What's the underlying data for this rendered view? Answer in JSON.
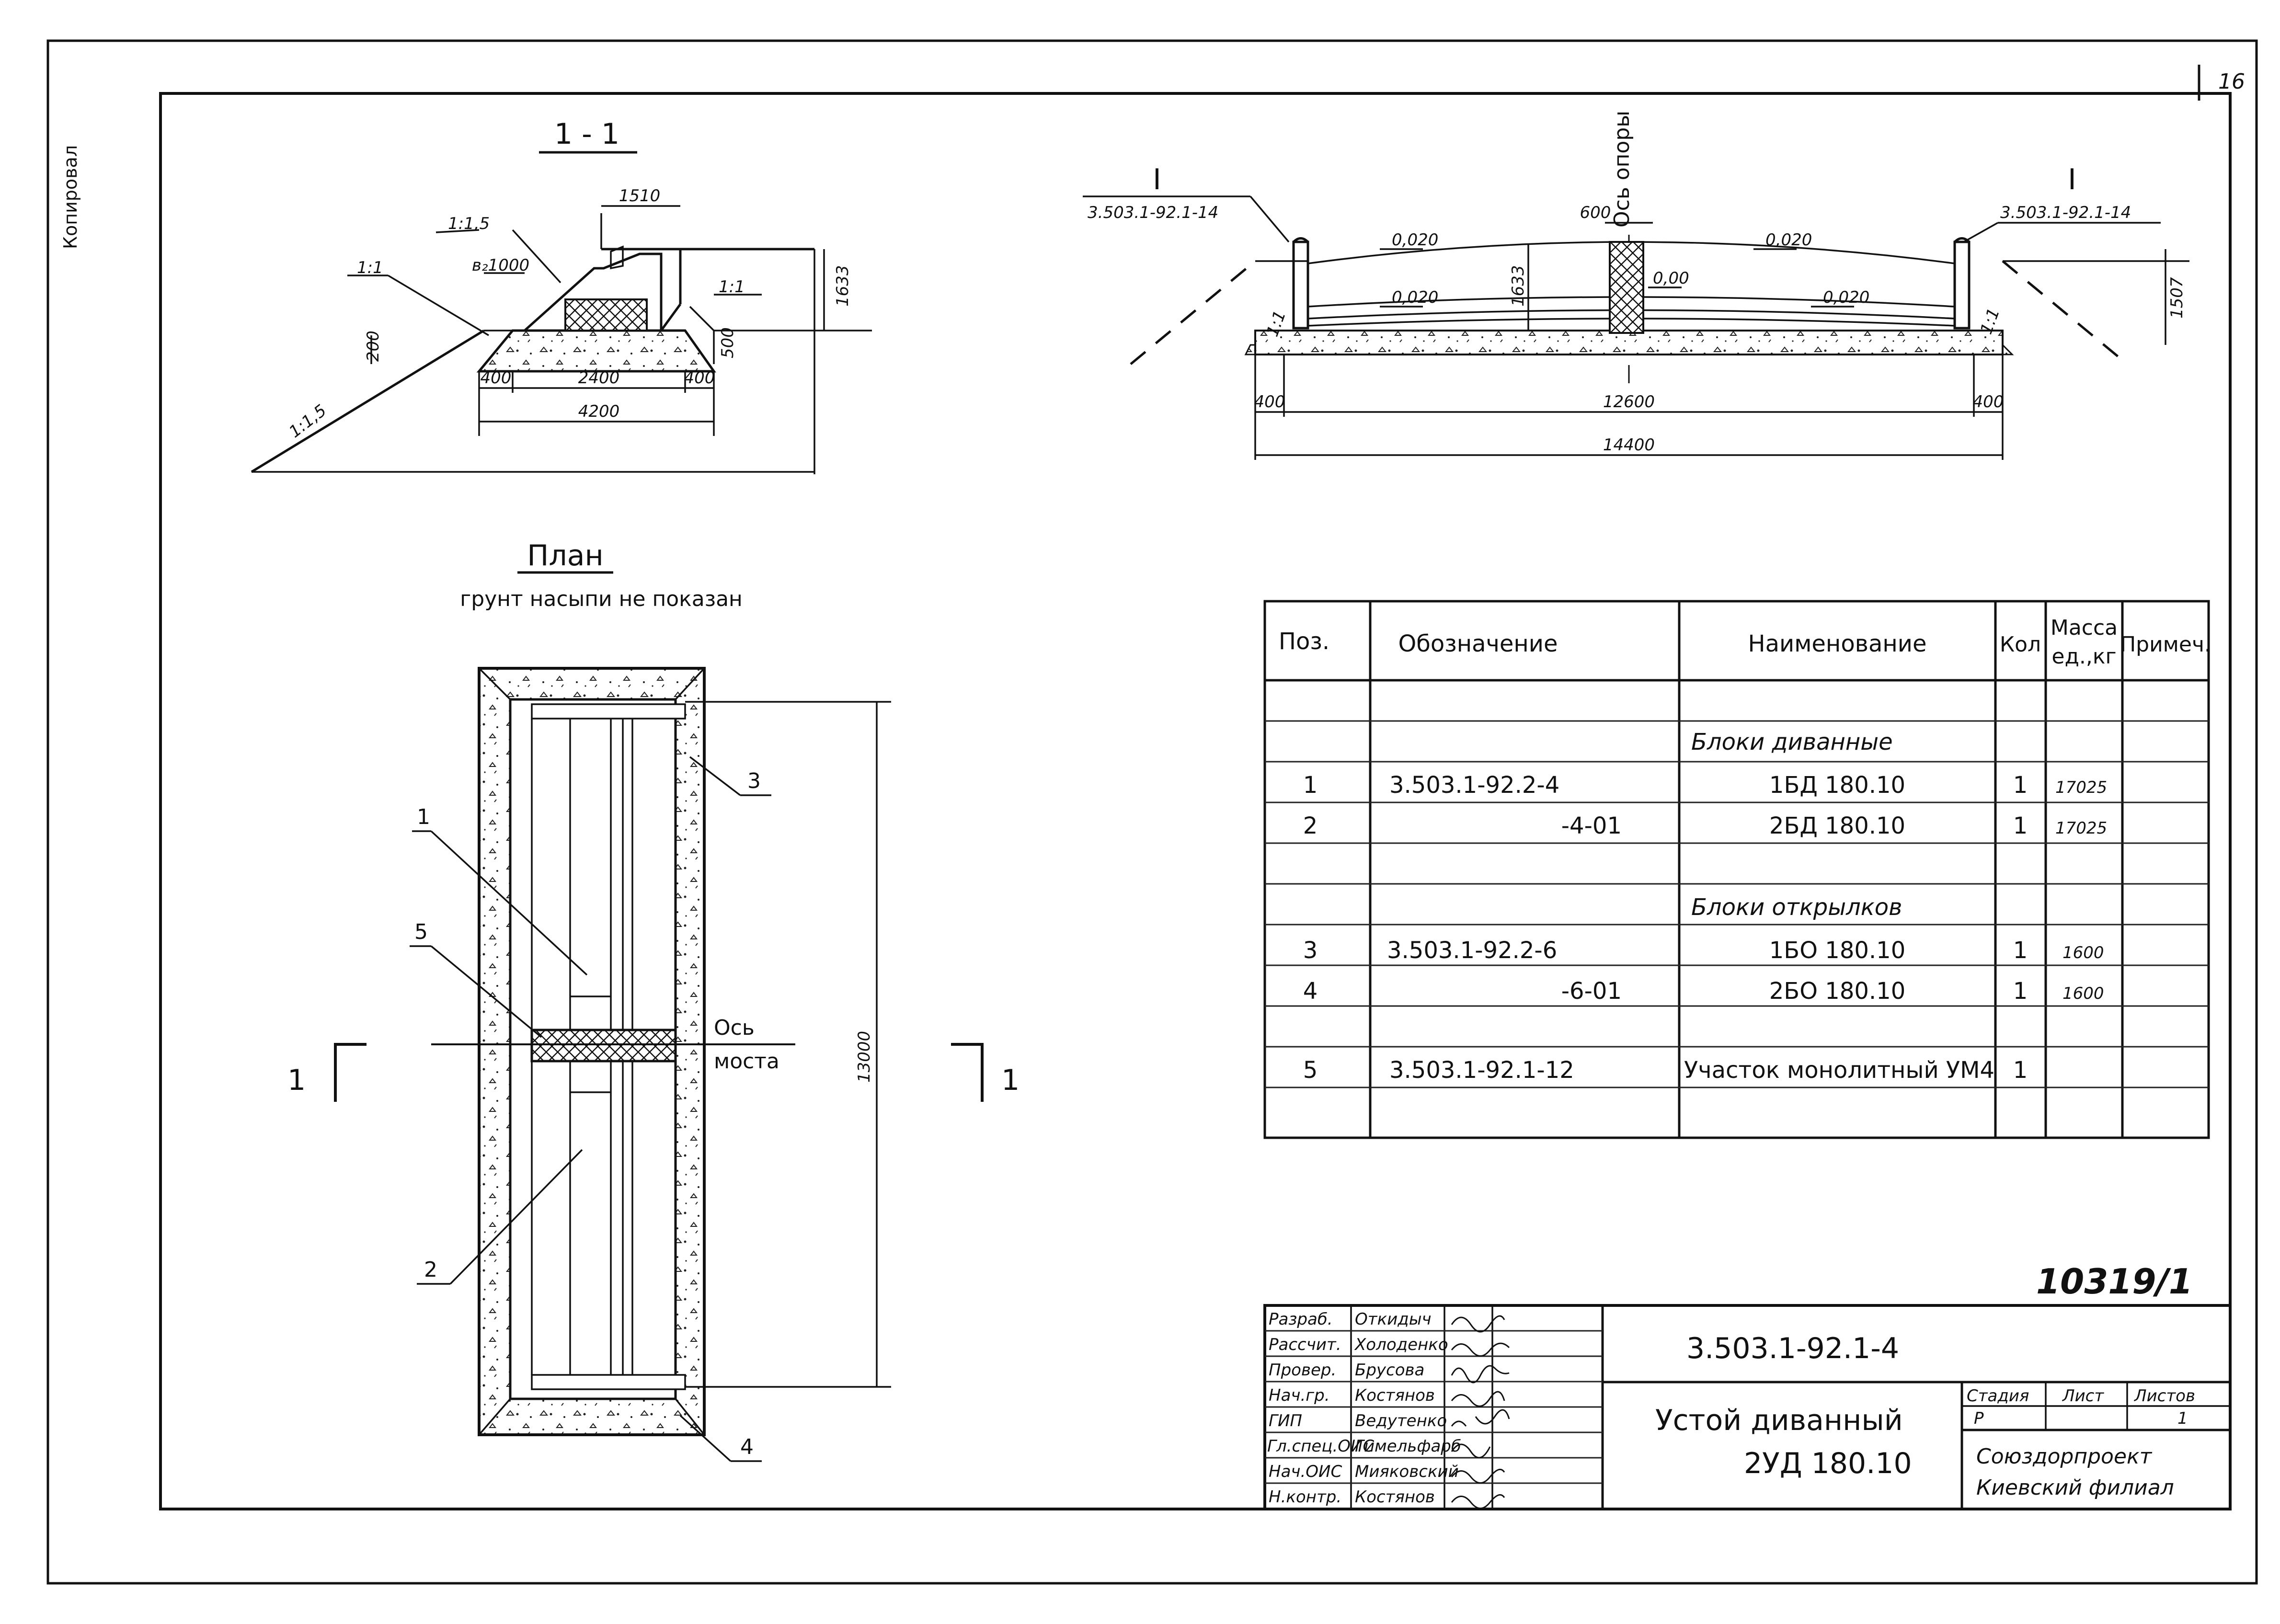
{
  "sheet_number": "16",
  "side_stamp": "Копировал",
  "inventory_number": "10319/1",
  "section": {
    "title": "1 - 1",
    "slope_left": "1:1,5",
    "slope_fill": "1:1,5",
    "slope_mid": "1:1",
    "slope_right": "1:1",
    "dim_1510": "1510",
    "dim_b1000": "в₂1000",
    "dim_1633": "1633",
    "dim_200": "200",
    "dim_500": "500",
    "dim_400_l": "400",
    "dim_2400": "2400",
    "dim_400_r": "400",
    "dim_4200": "4200"
  },
  "facade": {
    "axis_label": "Ось опоры",
    "cut_left": "I",
    "cut_right": "I",
    "ref_left": "3.503.1-92.1-14",
    "ref_right": "3.503.1-92.1-14",
    "dim_600": "600",
    "dim_1633": "1633",
    "dim_1507": "1507",
    "slope_top_l": "0,020",
    "slope_top_r": "0,020",
    "slope_bot_l": "0,020",
    "slope_bot_r": "0,020",
    "slope_mid": "0,00",
    "dim_400_l": "400",
    "dim_12600": "12600",
    "dim_400_r": "400",
    "dim_14400": "14400",
    "slope_edge_l": "1:1",
    "slope_edge_r": "1:1"
  },
  "plan": {
    "title": "План",
    "subtitle": "грунт насыпи не показан",
    "pos_1": "1",
    "pos_2": "2",
    "pos_3": "3",
    "pos_4": "4",
    "pos_5": "5",
    "axis_label_1": "Ось",
    "axis_label_2": "моста",
    "dim_13000": "13000",
    "cut_left": "1",
    "cut_right": "1"
  },
  "spec": {
    "headers": [
      "Поз.",
      "Обозначение",
      "Наименование",
      "Кол",
      "Масса ед.,кг",
      "Примеч."
    ],
    "header_mass_1": "Масса",
    "header_mass_2": "ед.,кг",
    "rows": [
      {
        "pos": "",
        "code": "",
        "name": "",
        "qty": "",
        "mass": "",
        "note": ""
      },
      {
        "pos": "",
        "code": "",
        "name": "Блоки диванные",
        "qty": "",
        "mass": "",
        "note": ""
      },
      {
        "pos": "1",
        "code": "3.503.1-92.2-4",
        "name": "1БД 180.10",
        "qty": "1",
        "mass": "17025",
        "note": ""
      },
      {
        "pos": "2",
        "code": "-4-01",
        "name": "2БД 180.10",
        "qty": "1",
        "mass": "17025",
        "note": ""
      },
      {
        "pos": "",
        "code": "",
        "name": "",
        "qty": "",
        "mass": "",
        "note": ""
      },
      {
        "pos": "",
        "code": "",
        "name": "Блоки открылков",
        "qty": "",
        "mass": "",
        "note": ""
      },
      {
        "pos": "3",
        "code": "3.503.1-92.2-6",
        "name": "1БО 180.10",
        "qty": "1",
        "mass": "1600",
        "note": ""
      },
      {
        "pos": "4",
        "code": "-6-01",
        "name": "2БО 180.10",
        "qty": "1",
        "mass": "1600",
        "note": ""
      },
      {
        "pos": "",
        "code": "",
        "name": "",
        "qty": "",
        "mass": "",
        "note": ""
      },
      {
        "pos": "5",
        "code": "3.503.1-92.1-12",
        "name": "Участок монолитный УМ4",
        "qty": "1",
        "mass": "",
        "note": ""
      },
      {
        "pos": "",
        "code": "",
        "name": "",
        "qty": "",
        "mass": "",
        "note": ""
      }
    ]
  },
  "title_block": {
    "signers": [
      {
        "role": "Разраб.",
        "name": "Откидыч"
      },
      {
        "role": "Рассчит.",
        "name": "Холоденко"
      },
      {
        "role": "Провер.",
        "name": "Брусова"
      },
      {
        "role": "Нач.гр.",
        "name": "Костянов"
      },
      {
        "role": "ГИП",
        "name": "Ведутенко"
      },
      {
        "role": "Гл.спец.ОИС",
        "name": "Гимельфарб"
      },
      {
        "role": "Нач.ОИС",
        "name": "Мияковский"
      },
      {
        "role": "Н.контр.",
        "name": "Костянов"
      }
    ],
    "doc_code": "3.503.1-92.1-4",
    "doc_title_1": "Устой диванный",
    "doc_title_2": "2УД 180.10",
    "stage_label": "Стадия",
    "sheet_label": "Лист",
    "sheets_label": "Листов",
    "stage_value": "Р",
    "sheet_value": "",
    "sheets_value": "1",
    "org_1": "Союздорпроект",
    "org_2": "Киевский филиал"
  }
}
